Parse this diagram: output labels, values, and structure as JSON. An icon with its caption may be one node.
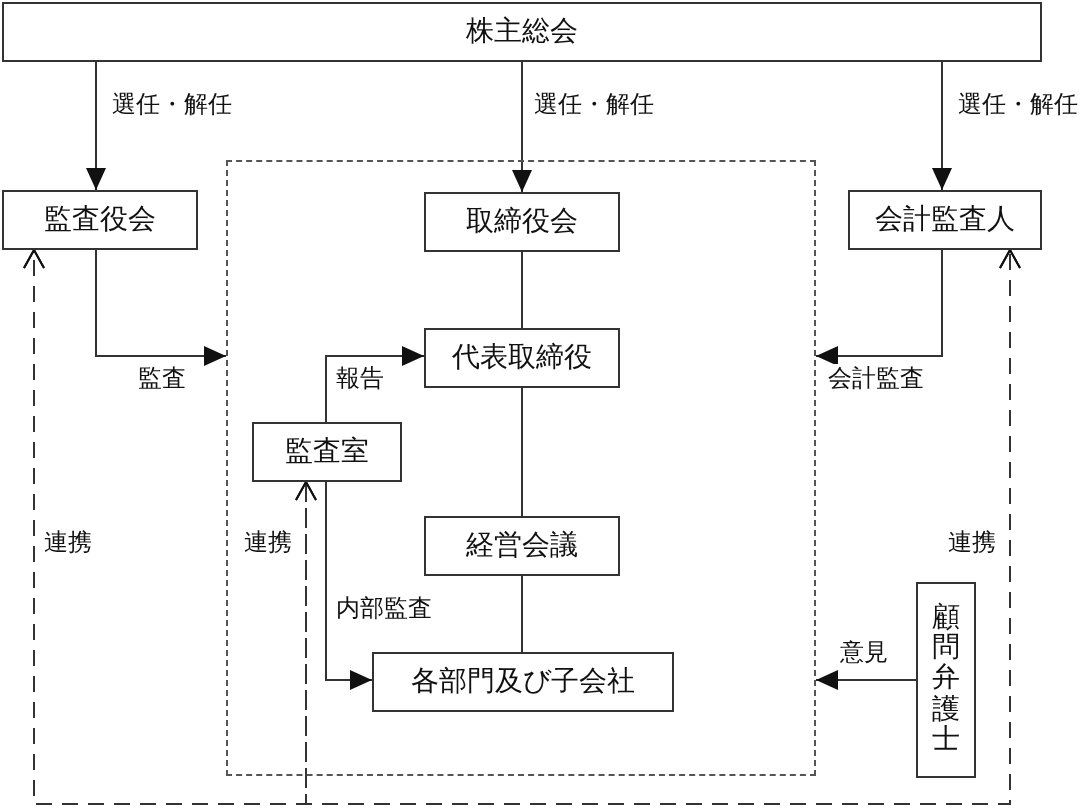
{
  "diagram": {
    "nodes": [
      {
        "text": [
          "株主総会"
        ]
      },
      {
        "text": [
          "監査役会"
        ]
      },
      {
        "text": [],
        "shape": "box"
      },
      {
        "text": [
          "取締役会"
        ],
        "in": 2
      },
      {
        "text": [
          "会計監査人"
        ]
      },
      {
        "text": [
          "代表取締役"
        ],
        "in": 2
      },
      {
        "text": [
          "監査室"
        ],
        "in": 2
      },
      {
        "text": [
          "経営会議"
        ],
        "in": 2
      },
      {
        "text": [
          "各部門及び子会社"
        ],
        "in": 2
      },
      {
        "text": [
          "顧問弁護士"
        ]
      }
    ],
    "edges": [
      {
        "from": 0,
        "to": 1,
        "arrow": "to",
        "label": "選任・解任"
      },
      {
        "from": 0,
        "to": 3,
        "arrow": "to",
        "label": "選任・解任"
      },
      {
        "from": 0,
        "to": 4,
        "arrow": "to",
        "label": "選任・解任"
      },
      {
        "from": 1,
        "to": 2,
        "arrow": "to",
        "label": "監査"
      },
      {
        "from": 4,
        "to": 2,
        "arrow": "to",
        "label": "会計監査"
      },
      {
        "from": 3,
        "to": 5,
        "arrow": "none"
      },
      {
        "from": 6,
        "to": 5,
        "arrow": "to",
        "label": "報告"
      },
      {
        "from": 6,
        "to": 8,
        "arrow": "to",
        "label": "内部監査"
      },
      {
        "from": 5,
        "to": 7,
        "arrow": "none"
      },
      {
        "from": 7,
        "to": 8,
        "arrow": "none"
      },
      {
        "from": 9,
        "to": 2,
        "arrow": "to",
        "label": "意見"
      },
      {
        "from": 1,
        "to": 6,
        "arrow": "both",
        "style": "dashed",
        "label": "連携"
      },
      {
        "from": 6,
        "to": 4,
        "arrow": "both",
        "style": "dashed",
        "label": "連携"
      },
      {
        "from": 1,
        "to": 4,
        "arrow": "both",
        "style": "dashed",
        "label": "連携"
      }
    ]
  }
}
